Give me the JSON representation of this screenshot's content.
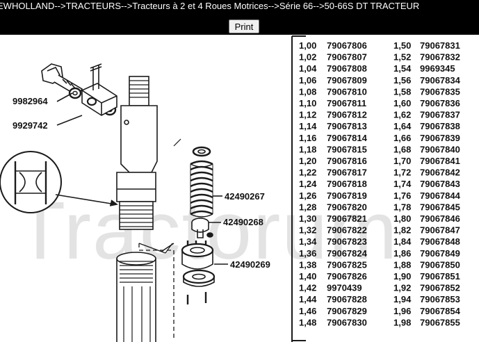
{
  "breadcrumb": "EWHOLLAND-->TRACTEURS-->Tracteurs à 2 et 4 Roues Motrices-->Série 66-->50-66S DT TRACTEUR",
  "toolbar": {
    "print_label": "Print"
  },
  "watermark": "Tractorum",
  "part_labels": {
    "banjo_bolt": "9982964",
    "banjo_washer": "9929742",
    "spring": "42490267",
    "spring_seat": "42490268",
    "nozzle_nut": "42490269"
  },
  "shim_table": {
    "left": [
      {
        "thickness": "1,00",
        "part": "79067806"
      },
      {
        "thickness": "1,02",
        "part": "79067807"
      },
      {
        "thickness": "1,04",
        "part": "79067808"
      },
      {
        "thickness": "1,06",
        "part": "79067809"
      },
      {
        "thickness": "1,08",
        "part": "79067810"
      },
      {
        "thickness": "1,10",
        "part": "79067811"
      },
      {
        "thickness": "1,12",
        "part": "79067812"
      },
      {
        "thickness": "1,14",
        "part": "79067813"
      },
      {
        "thickness": "1,16",
        "part": "79067814"
      },
      {
        "thickness": "1,18",
        "part": "79067815"
      },
      {
        "thickness": "1,20",
        "part": "79067816"
      },
      {
        "thickness": "1,22",
        "part": "79067817"
      },
      {
        "thickness": "1,24",
        "part": "79067818"
      },
      {
        "thickness": "1,26",
        "part": "79067819"
      },
      {
        "thickness": "1,28",
        "part": "79067820"
      },
      {
        "thickness": "1,30",
        "part": "79067821"
      },
      {
        "thickness": "1,32",
        "part": "79067822"
      },
      {
        "thickness": "1,34",
        "part": "79067823"
      },
      {
        "thickness": "1,36",
        "part": "79067824"
      },
      {
        "thickness": "1,38",
        "part": "79067825"
      },
      {
        "thickness": "1,40",
        "part": "79067826"
      },
      {
        "thickness": "1,42",
        "part": "9970439"
      },
      {
        "thickness": "1,44",
        "part": "79067828"
      },
      {
        "thickness": "1,46",
        "part": "79067829"
      },
      {
        "thickness": "1,48",
        "part": "79067830"
      }
    ],
    "right": [
      {
        "thickness": "1,50",
        "part": "79067831"
      },
      {
        "thickness": "1,52",
        "part": "79067832"
      },
      {
        "thickness": "1,54",
        "part": "9969345"
      },
      {
        "thickness": "1,56",
        "part": "79067834"
      },
      {
        "thickness": "1,58",
        "part": "79067835"
      },
      {
        "thickness": "1,60",
        "part": "79067836"
      },
      {
        "thickness": "1,62",
        "part": "79067837"
      },
      {
        "thickness": "1,64",
        "part": "79067838"
      },
      {
        "thickness": "1,66",
        "part": "79067839"
      },
      {
        "thickness": "1,68",
        "part": "79067840"
      },
      {
        "thickness": "1,70",
        "part": "79067841"
      },
      {
        "thickness": "1,72",
        "part": "79067842"
      },
      {
        "thickness": "1,74",
        "part": "79067843"
      },
      {
        "thickness": "1,76",
        "part": "79067844"
      },
      {
        "thickness": "1,78",
        "part": "79067845"
      },
      {
        "thickness": "1,80",
        "part": "79067846"
      },
      {
        "thickness": "1,82",
        "part": "79067847"
      },
      {
        "thickness": "1,84",
        "part": "79067848"
      },
      {
        "thickness": "1,86",
        "part": "79067849"
      },
      {
        "thickness": "1,88",
        "part": "79067850"
      },
      {
        "thickness": "1,90",
        "part": "79067851"
      },
      {
        "thickness": "1,92",
        "part": "79067852"
      },
      {
        "thickness": "1,94",
        "part": "79067853"
      },
      {
        "thickness": "1,96",
        "part": "79067854"
      },
      {
        "thickness": "1,98",
        "part": "79067855"
      }
    ]
  }
}
